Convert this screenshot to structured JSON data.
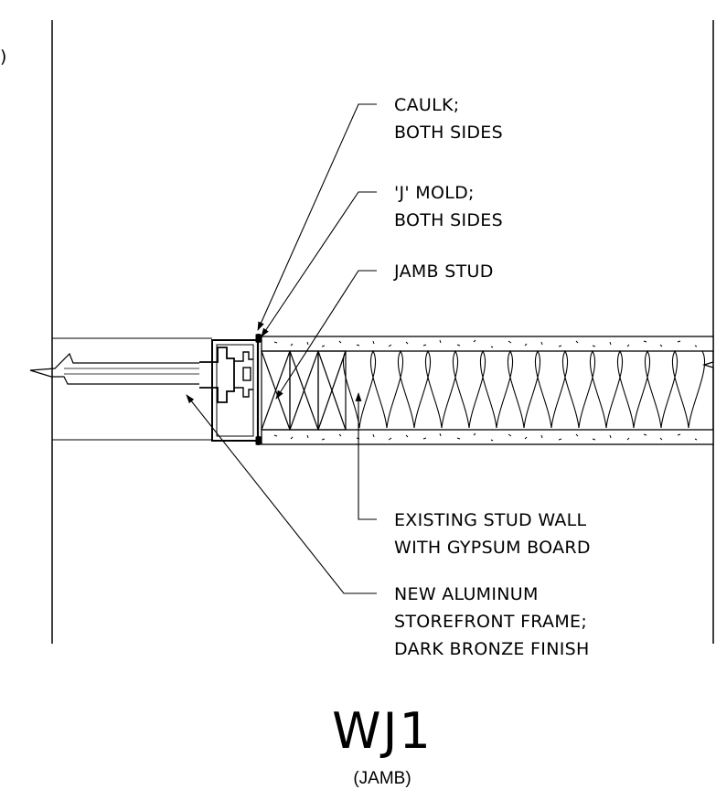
{
  "drawing": {
    "title": "WJ1",
    "subtitle": "(JAMB)",
    "corner_mark": ")"
  },
  "callouts": [
    {
      "id": "caulk",
      "lines": [
        "CAULK;",
        "BOTH SIDES"
      ]
    },
    {
      "id": "j-mold",
      "lines": [
        "'J' MOLD;",
        "BOTH SIDES"
      ]
    },
    {
      "id": "jamb-stud",
      "lines": [
        "JAMB STUD"
      ]
    },
    {
      "id": "stud-wall",
      "lines": [
        "EXISTING STUD WALL",
        "WITH GYPSUM BOARD"
      ]
    },
    {
      "id": "storefront",
      "lines": [
        "NEW ALUMINUM",
        "STOREFRONT FRAME;",
        "DARK BRONZE FINISH"
      ]
    }
  ]
}
